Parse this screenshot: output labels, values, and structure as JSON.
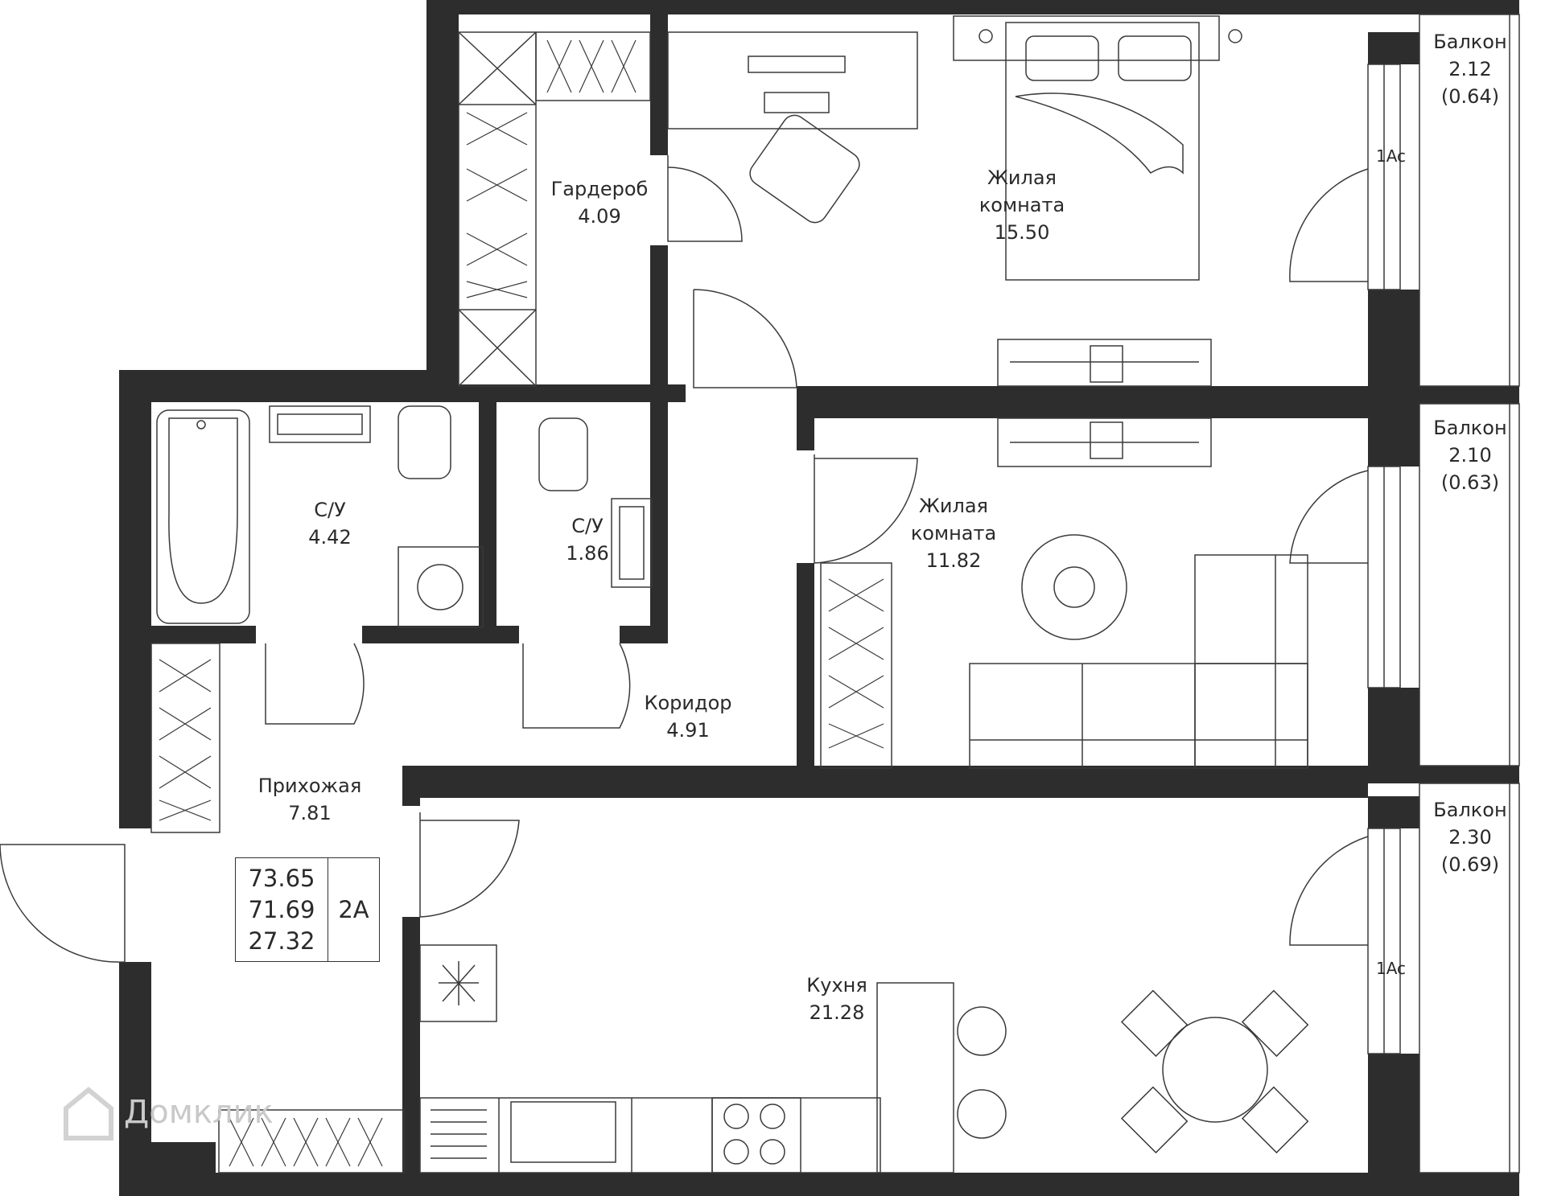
{
  "rooms": {
    "wardrobe": {
      "name": "Гардероб",
      "area": "4.09"
    },
    "bedroom_top": {
      "name_line1": "Жилая",
      "name_line2": "комната",
      "area": "15.50"
    },
    "bedroom_mid": {
      "name_line1": "Жилая",
      "name_line2": "комната",
      "area": "11.82"
    },
    "bath_large": {
      "name": "С/У",
      "area": "4.42"
    },
    "bath_small": {
      "name": "С/У",
      "area": "1.86"
    },
    "corridor": {
      "name": "Коридор",
      "area": "4.91"
    },
    "hallway": {
      "name": "Прихожая",
      "area": "7.81"
    },
    "kitchen": {
      "name": "Кухня",
      "area": "21.28"
    }
  },
  "balconies": [
    {
      "name": "Балкон",
      "area": "2.12",
      "reduced": "(0.64)"
    },
    {
      "name": "Балкон",
      "area": "2.10",
      "reduced": "(0.63)"
    },
    {
      "name": "Балкон",
      "area": "2.30",
      "reduced": "(0.69)"
    }
  ],
  "ac_units": [
    "1Ac",
    "1Ac"
  ],
  "summary": {
    "total": "73.65",
    "living": "71.69",
    "other": "27.32",
    "type": "2A"
  },
  "watermark": {
    "text": "Домклик"
  },
  "colors": {
    "wall": "#2d2d2d",
    "line": "#3a3a3a",
    "text": "#2a2a2a",
    "background": "#ffffff",
    "watermark": "#c9c9c9"
  },
  "icons": [
    "bathtub-icon",
    "sink-icon",
    "toilet-icon",
    "washing-machine-icon",
    "bed-icon",
    "desk-icon",
    "chair-icon",
    "tv-icon",
    "sofa-icon",
    "round-table-icon",
    "stove-icon",
    "fridge-icon",
    "wardrobe-icon",
    "door-swing-icon"
  ]
}
